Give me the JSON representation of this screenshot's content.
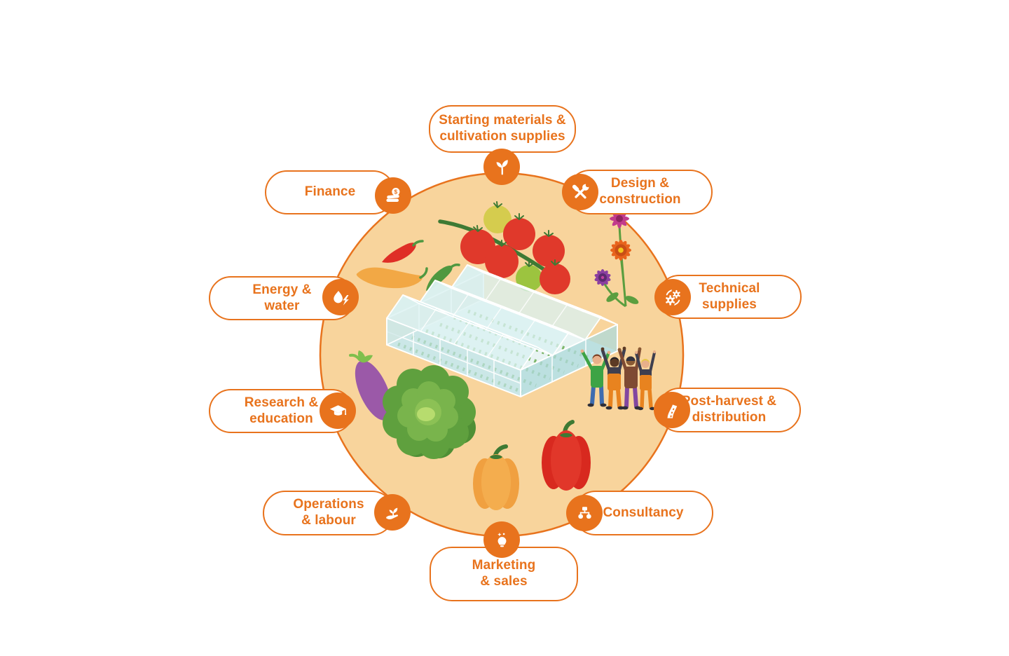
{
  "diagram": {
    "palette": {
      "accent_orange": "#E8731D",
      "circle_fill": "#F8D49C",
      "pill_background": "#FFFFFF",
      "label_text": "#E8731D",
      "greenhouse_glass": "#C9E6E6",
      "tomato_red": "#E0392B",
      "pepper_orange": "#F2A845",
      "leaf_green": "#3E7A34",
      "eggplant_purple": "#9B59A8"
    },
    "labels": [
      {
        "id": "starting-materials-cultivation-supplies",
        "label": "Starting materials & cultivation supplies",
        "lines": [
          "Starting materials &",
          "cultivation supplies"
        ],
        "icon": "seedling-icon"
      },
      {
        "id": "finance",
        "label": "Finance",
        "lines": [
          "Finance"
        ],
        "icon": "coins-icon"
      },
      {
        "id": "design-construction",
        "label": "Design & construction",
        "lines": [
          "Design &",
          "construction"
        ],
        "icon": "tools-icon"
      },
      {
        "id": "energy-water",
        "label": "Energy & water",
        "lines": [
          "Energy &",
          "water"
        ],
        "icon": "water-energy-icon"
      },
      {
        "id": "technical-supplies",
        "label": "Technical supplies",
        "lines": [
          "Technical",
          "supplies"
        ],
        "icon": "gears-icon"
      },
      {
        "id": "research-education",
        "label": "Research & education",
        "lines": [
          "Research &",
          "education"
        ],
        "icon": "graduation-cap-icon"
      },
      {
        "id": "post-harvest-distribution",
        "label": "Post-harvest & distribution",
        "lines": [
          "Post-harvest &",
          "distribution"
        ],
        "icon": "road-icon"
      },
      {
        "id": "operations-labour",
        "label": "Operations & labour",
        "lines": [
          "Operations",
          "& labour"
        ],
        "icon": "hand-seedling-icon"
      },
      {
        "id": "consultancy",
        "label": "Consultancy",
        "lines": [
          "Consultancy"
        ],
        "icon": "org-chart-icon"
      },
      {
        "id": "marketing-sales",
        "label": "Marketing & sales",
        "lines": [
          "Marketing",
          "& sales"
        ],
        "icon": "lightbulb-icon"
      }
    ],
    "center_illustration": {
      "scene": "isometric glass greenhouse surrounded by fresh produce, flowers and celebrating workers inside a large tinted circle",
      "items": [
        "greenhouse",
        "tomato vine",
        "red chili pepper",
        "orange sweet pepper",
        "green chili pepper",
        "gerbera flowers",
        "eggplant",
        "lettuce",
        "orange bell pepper",
        "red bell pepper",
        "four celebrating workers"
      ]
    }
  }
}
